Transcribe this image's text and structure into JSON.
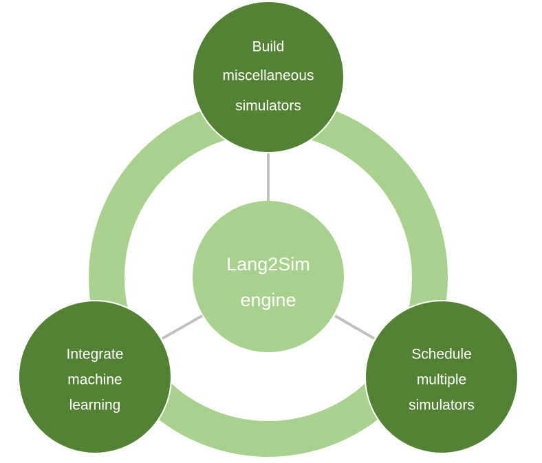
{
  "diagram": {
    "type": "cycle-hub",
    "colors": {
      "outer_node_fill": "#548235",
      "center_node_fill": "#a9d18e",
      "ring_fill": "#a9d18e",
      "connector": "#c0c0c0",
      "text": "#ffffff"
    },
    "center": {
      "lines": [
        "Lang2Sim",
        "engine"
      ]
    },
    "nodes": [
      {
        "id": "top",
        "position": "top",
        "lines": [
          "Build",
          "miscellaneous",
          "simulators"
        ]
      },
      {
        "id": "right",
        "position": "bottom-right",
        "lines": [
          "Schedule",
          "multiple",
          "simulators"
        ]
      },
      {
        "id": "left",
        "position": "bottom-left",
        "lines": [
          "Integrate",
          "machine",
          "learning"
        ]
      }
    ]
  }
}
